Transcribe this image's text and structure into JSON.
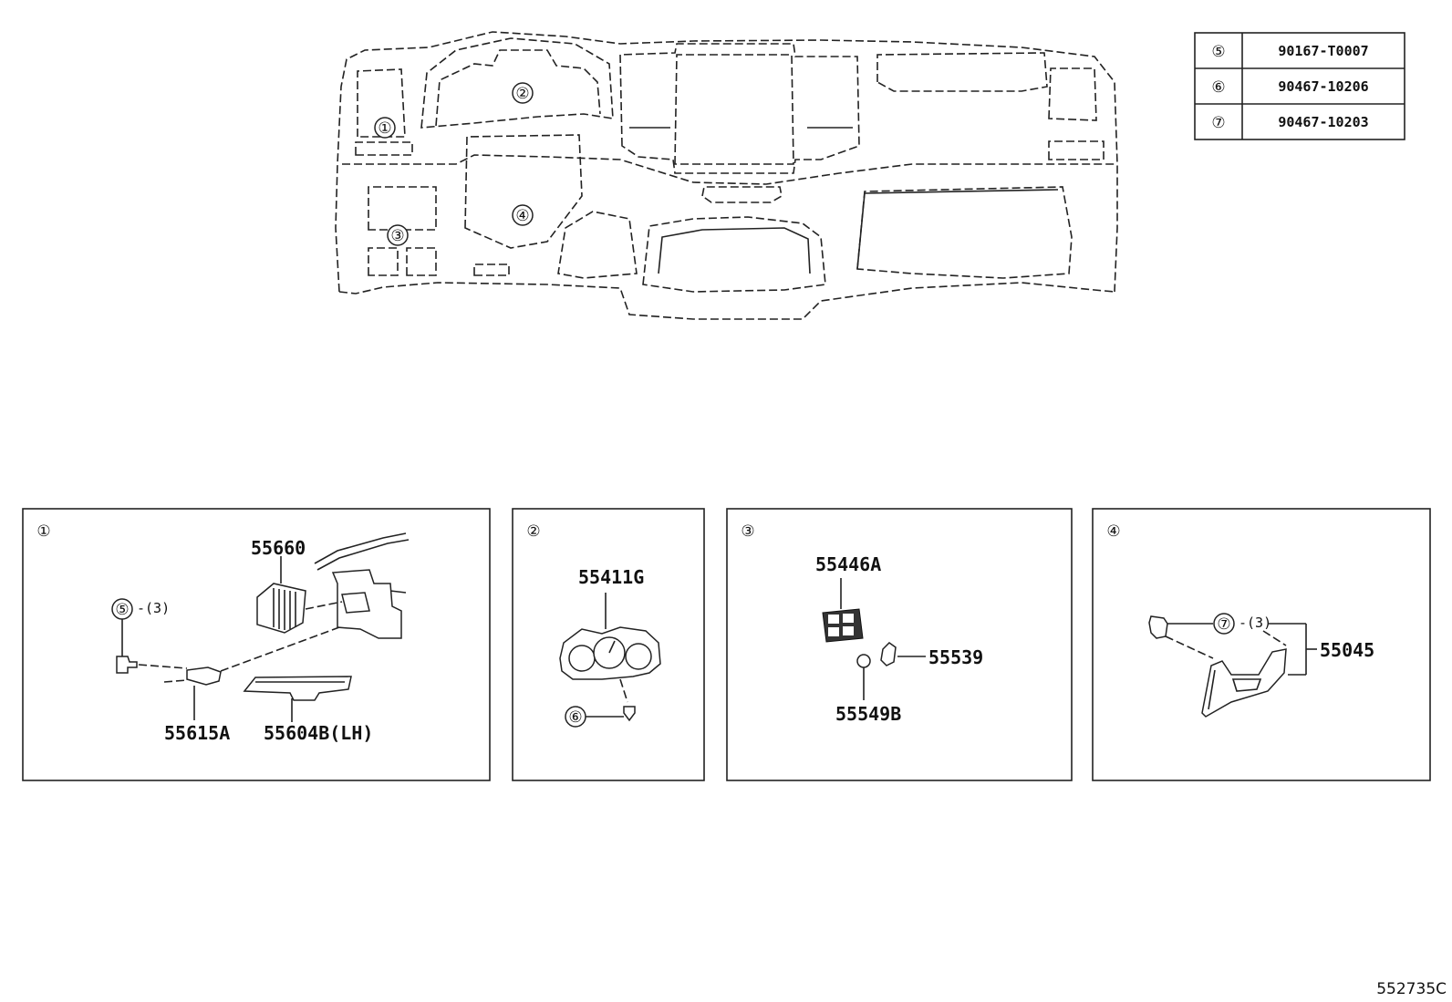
{
  "table": [
    {
      "ref": "⑤",
      "part": "90167-T0007"
    },
    {
      "ref": "⑥",
      "part": "90467-10206"
    },
    {
      "ref": "⑦",
      "part": "90467-10203"
    }
  ],
  "overview_refs": [
    "①",
    "②",
    "③",
    "④"
  ],
  "panels": [
    {
      "ref": "①",
      "labels": {
        "a": "55660",
        "b": "⑤",
        "b_qty": "-(3)",
        "c": "55615A",
        "d": "55604B(LH)"
      }
    },
    {
      "ref": "②",
      "labels": {
        "a": "55411G",
        "b": "⑥"
      }
    },
    {
      "ref": "③",
      "labels": {
        "a": "55446A",
        "b": "55539",
        "c": "55549B"
      }
    },
    {
      "ref": "④",
      "labels": {
        "a": "⑦",
        "a_qty": "-(3)",
        "b": "55045"
      }
    }
  ],
  "diagram_id": "552735C"
}
